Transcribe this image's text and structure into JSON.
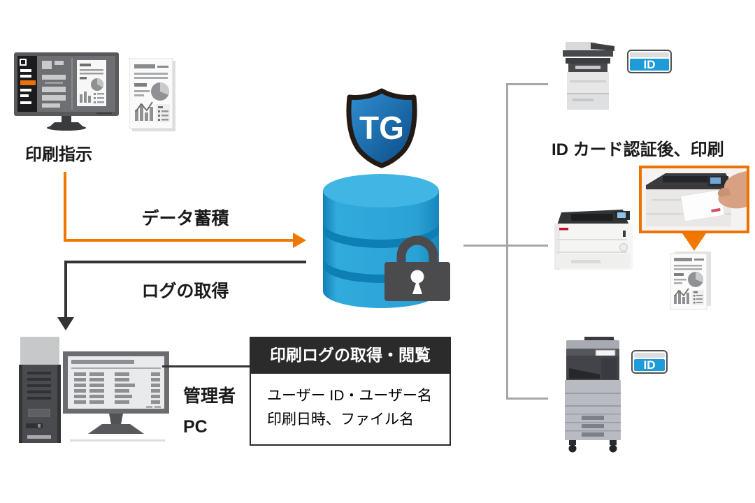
{
  "diagram": {
    "left": {
      "print_instruction_label": "印刷指示",
      "admin_label_line1": "管理者",
      "admin_label_line2": "PC"
    },
    "flows": {
      "data_accumulation": "データ蓄積",
      "log_retrieval": "ログの取得"
    },
    "server": {
      "shield_text": "TG"
    },
    "right": {
      "auth_label": "ID カード認証後、印刷",
      "id_card_label": "ID"
    },
    "log_box": {
      "title": "印刷ログの取得・閲覧",
      "line1": "ユーザー ID・ユーザー名",
      "line2": "印刷日時、ファイル名"
    },
    "colors": {
      "orange": "#F07800",
      "black": "#333333",
      "connector_gray": "#A7A7A7",
      "database_blue": "#2CA4D8",
      "database_groove_blue": "#0D7FB5",
      "shield_blue_dark": "#0B4A86",
      "card_blue": "#1E9CD8"
    }
  }
}
